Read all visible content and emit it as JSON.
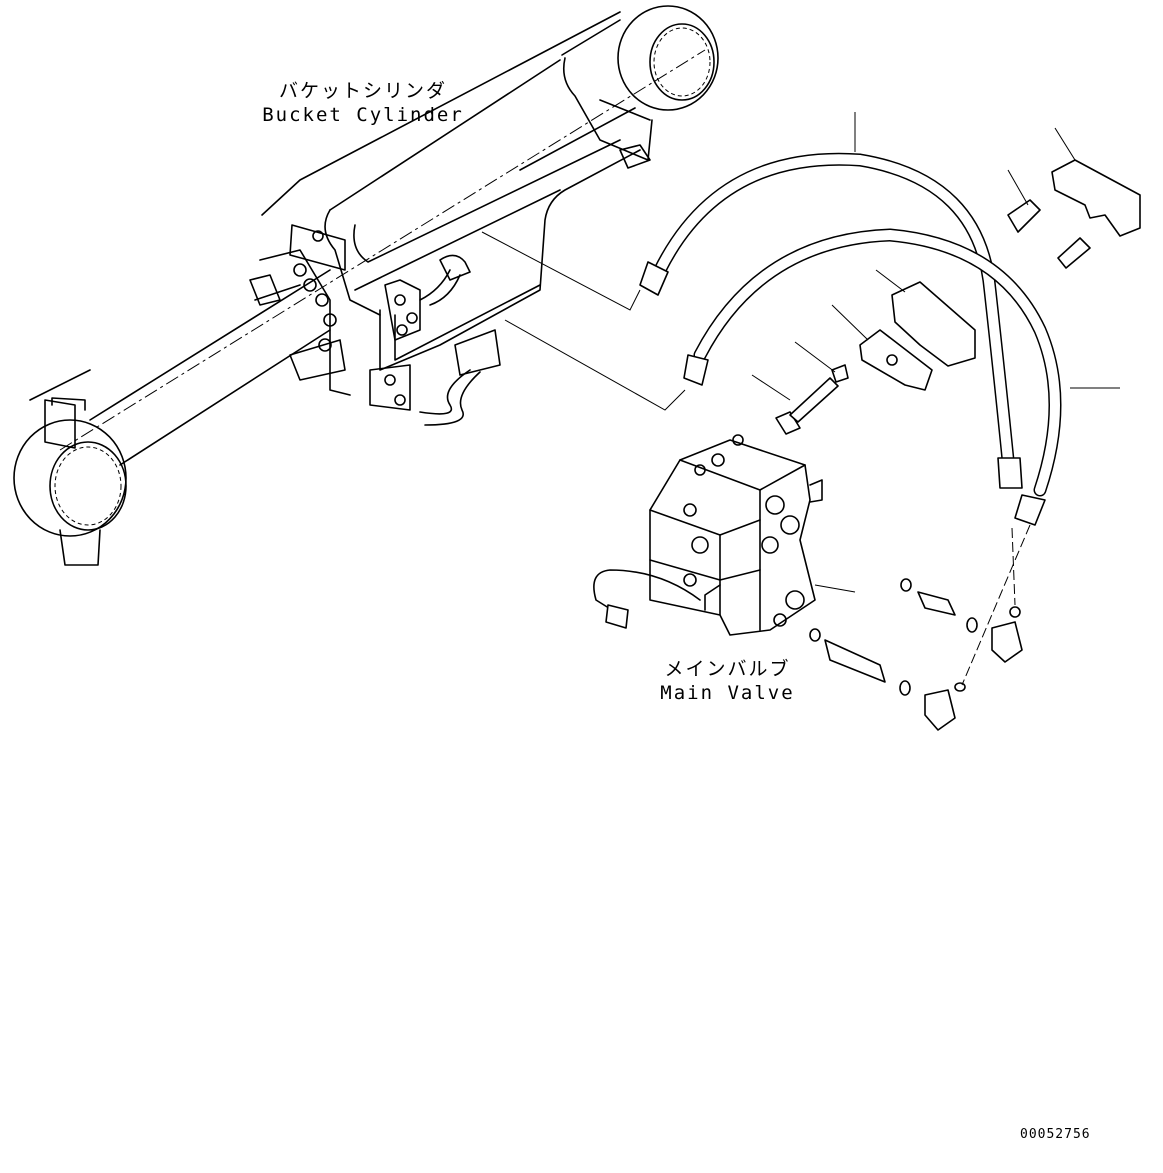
{
  "labels": {
    "bucket_cylinder_jp": "バケットシリンダ",
    "bucket_cylinder_en": "Bucket Cylinder",
    "main_valve_jp": "メインバルブ",
    "main_valve_en": "Main Valve"
  },
  "drawing_number": "00052756",
  "colors": {
    "line": "#000000",
    "background": "#ffffff"
  }
}
